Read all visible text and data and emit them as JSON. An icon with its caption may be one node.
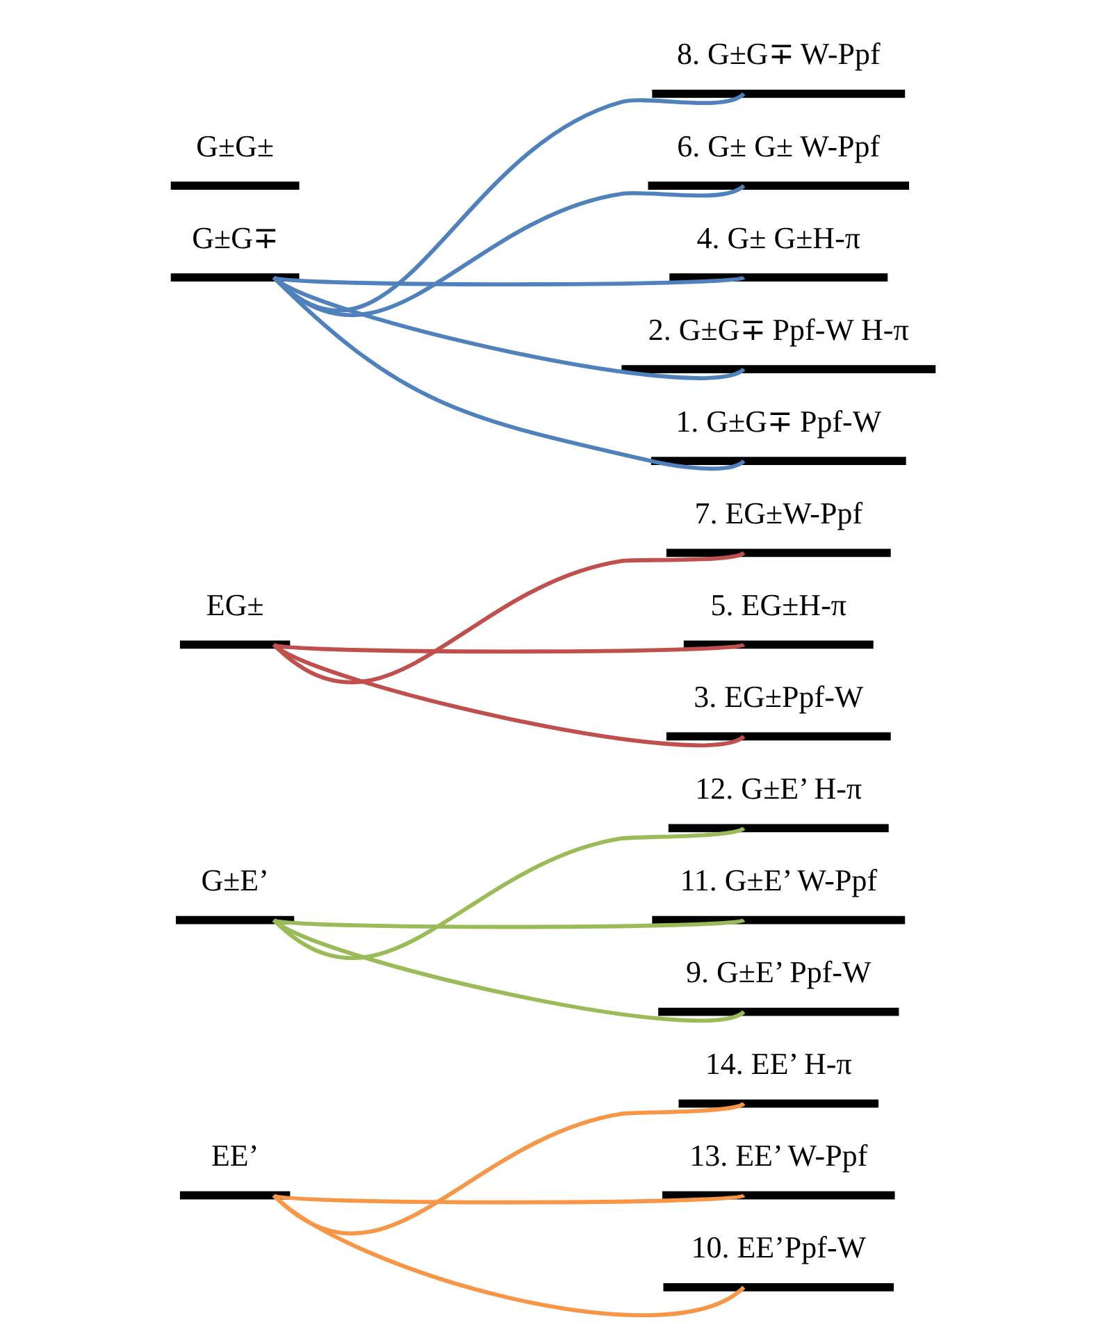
{
  "diagram": {
    "nodes": [
      {
        "text": [
          "EE’"
        ]
      },
      {
        "text": [
          "G±E’"
        ]
      },
      {
        "text": [
          "EG±"
        ]
      },
      {
        "text": [
          "G±G∓"
        ]
      },
      {
        "text": [
          "G±G±"
        ]
      },
      {
        "text": [
          "14. EE’ H-π"
        ]
      },
      {
        "text": [
          "13. EE’ W-Ppf"
        ]
      },
      {
        "text": [
          "12. G±E’ H-π"
        ]
      },
      {
        "text": [
          "11. G±E’ W-Ppf"
        ]
      },
      {
        "text": [
          "10. EE’Ppf-W"
        ]
      },
      {
        "text": [
          "9. G±E’ Ppf-W"
        ]
      },
      {
        "text": [
          "8. G±G∓ W-Ppf"
        ]
      },
      {
        "text": [
          "7. EG±W-Ppf"
        ]
      },
      {
        "text": [
          "6. G± G± W-Ppf"
        ]
      },
      {
        "text": [
          "5. EG±H-π"
        ]
      },
      {
        "text": [
          "4. G± G±H-π"
        ]
      },
      {
        "text": [
          "3. EG±Ppf-W"
        ]
      },
      {
        "text": [
          "2. G±G∓ Ppf-W H-π"
        ]
      },
      {
        "text": [
          "1. G±G∓ Ppf-W"
        ]
      }
    ],
    "edges": [
      {
        "from": 0,
        "to": 5,
        "arrow": "none",
        "color": "#f79646"
      },
      {
        "from": 0,
        "to": 6,
        "arrow": "none",
        "color": "#f79646"
      },
      {
        "from": 0,
        "to": 9,
        "arrow": "none",
        "color": "#f79646"
      },
      {
        "from": 1,
        "to": 7,
        "arrow": "none",
        "color": "#9bbb59"
      },
      {
        "from": 1,
        "to": 8,
        "arrow": "none",
        "color": "#9bbb59"
      },
      {
        "from": 1,
        "to": 10,
        "arrow": "none",
        "color": "#9bbb59"
      },
      {
        "from": 2,
        "to": 12,
        "arrow": "none",
        "color": "#c0504d"
      },
      {
        "from": 2,
        "to": 14,
        "arrow": "none",
        "color": "#c0504d"
      },
      {
        "from": 2,
        "to": 16,
        "arrow": "none",
        "color": "#c0504d"
      },
      {
        "from": 3,
        "to": 11,
        "arrow": "none"
      },
      {
        "from": 3,
        "to": 13,
        "arrow": "none"
      },
      {
        "from": 3,
        "to": 15,
        "arrow": "none"
      },
      {
        "from": 3,
        "to": 17,
        "arrow": "none"
      },
      {
        "from": 3,
        "to": 18,
        "arrow": "none"
      }
    ]
  }
}
